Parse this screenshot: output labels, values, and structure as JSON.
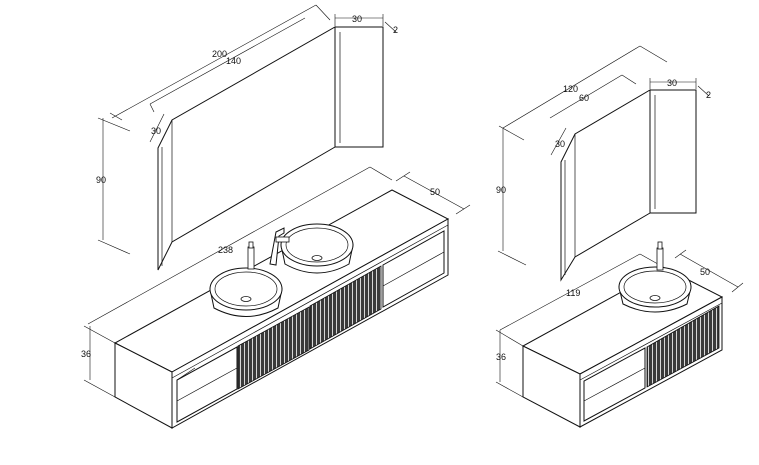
{
  "left_set": {
    "mirror_width_label": "200",
    "mirror_inner_width_label": "140",
    "mirror_height_label": "90",
    "mirror_bevel_label": "30",
    "mirror_side_width_label": "30",
    "mirror_thickness_label": "2",
    "vanity_length_label": "238",
    "vanity_depth_label": "50",
    "vanity_height_label": "36"
  },
  "right_set": {
    "mirror_width_label": "120",
    "mirror_inner_width_label": "60",
    "mirror_height_label": "90",
    "mirror_bevel_label": "30",
    "mirror_side_width_label": "30",
    "mirror_thickness_label": "2",
    "vanity_length_label": "119",
    "vanity_depth_label": "50",
    "vanity_height_label": "36"
  }
}
